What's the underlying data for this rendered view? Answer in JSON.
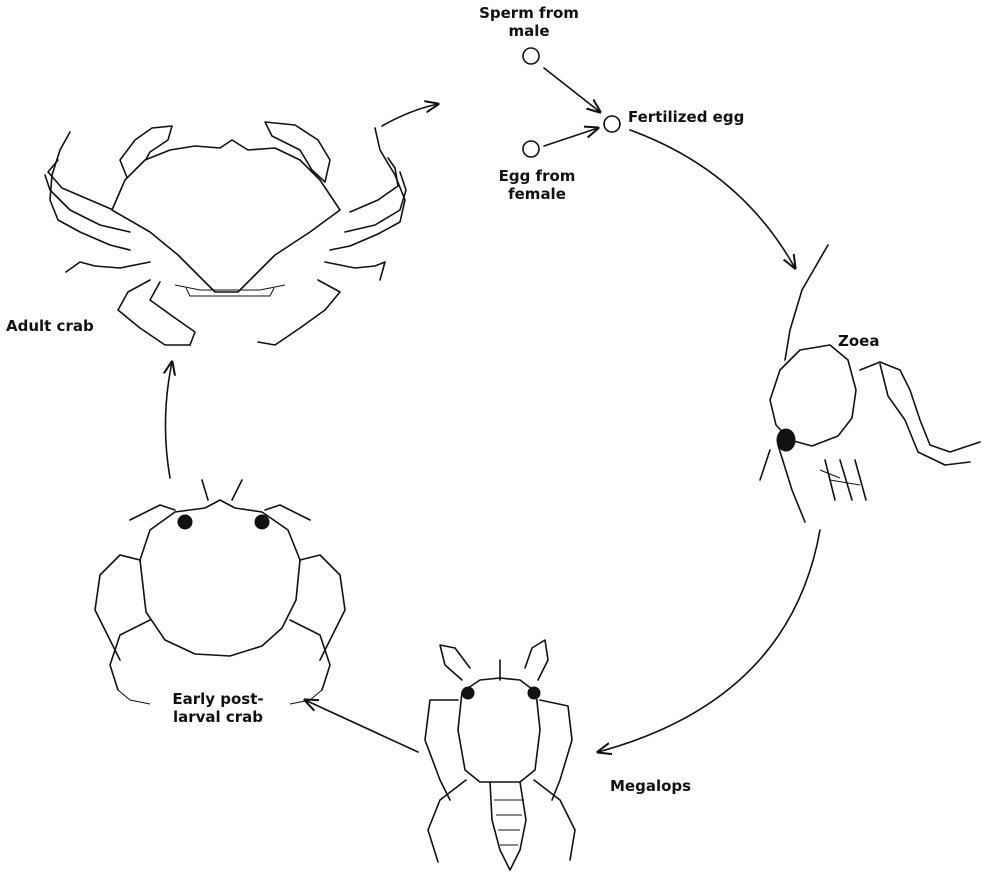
{
  "labels": {
    "sperm": [
      "Sperm from",
      "male"
    ],
    "fertilized": "Fertilized egg",
    "egg": [
      "Egg from",
      "female"
    ],
    "zoea": "Zoea",
    "megalops": "Megalops",
    "postlarval": [
      "Early post-",
      "larval crab"
    ],
    "adult": "Adult crab"
  }
}
